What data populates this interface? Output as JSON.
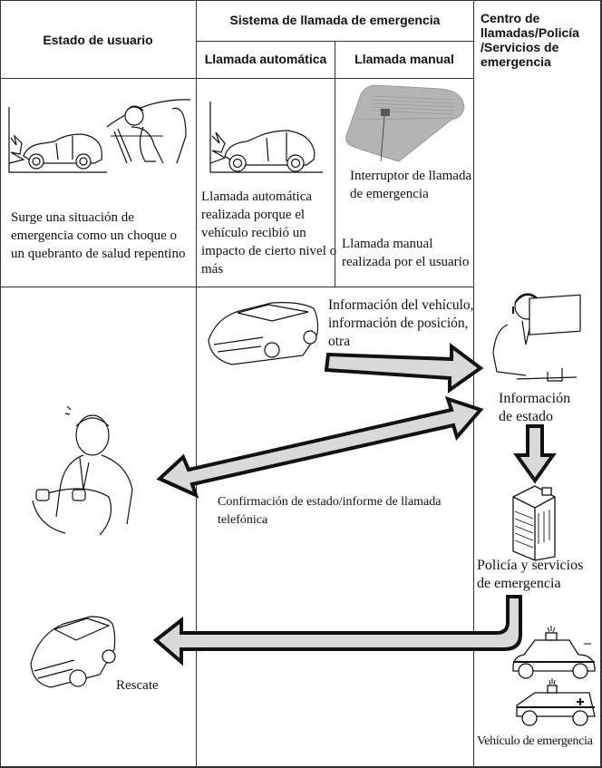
{
  "header": {
    "col_user_state": "Estado de usuario",
    "col_system": "Sistema de llamada de emergencia",
    "col_auto": "Llamada automática",
    "col_manual": "Llamada manual",
    "col_center_lines": [
      "Centro de",
      "llamadas/Policía",
      "/Servicios de",
      "emergencia"
    ]
  },
  "row1": {
    "user_text_lines": [
      "Surge una situación de",
      "emergencia como un choque o",
      "un quebranto de salud repentino"
    ],
    "auto_text_lines": [
      "Llamada automática",
      "realizada porque el",
      "vehículo recibió un",
      "impacto de cierto nivel o",
      "más"
    ],
    "switch_label_lines": [
      "Interruptor de llamada",
      "de emergencia"
    ],
    "manual_text_lines": [
      "Llamada manual",
      "realizada por el usuario"
    ]
  },
  "row2": {
    "vehicle_info_lines": [
      "Información del vehículo,",
      "información de posición,",
      "otra"
    ],
    "status_info_lines": [
      "Información",
      "de estado"
    ],
    "confirmation_lines": [
      "Confirmación de estado/informe de llamada",
      "telefónica"
    ],
    "police_lines": [
      "Policía y servicios",
      "de emergencia"
    ],
    "rescue": "Rescate",
    "emergency_vehicle": "Vehículo de emergencia"
  },
  "colors": {
    "arrow_fill": "#d9d9d9",
    "arrow_stroke": "#111111",
    "grid": "#333333",
    "switch_panel": "#b4b4b4"
  }
}
